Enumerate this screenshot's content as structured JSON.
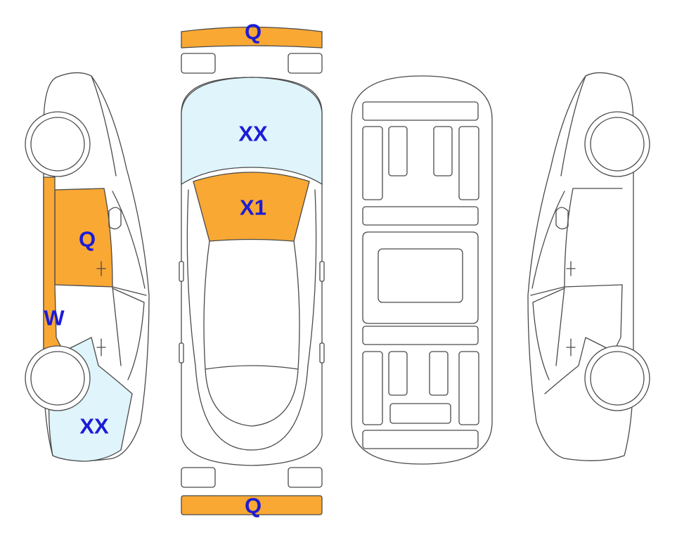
{
  "colors": {
    "orange": "#F9A834",
    "light_blue": "#DFF4FB",
    "label": "#1C1CD6",
    "outline": "#4a4a4a"
  },
  "labels": {
    "front_bumper": "Q",
    "rear_bumper": "Q",
    "hood": "XX",
    "windshield": "X1",
    "left_front_door": "Q",
    "left_rocker": "W",
    "left_front_fender": "XX"
  }
}
